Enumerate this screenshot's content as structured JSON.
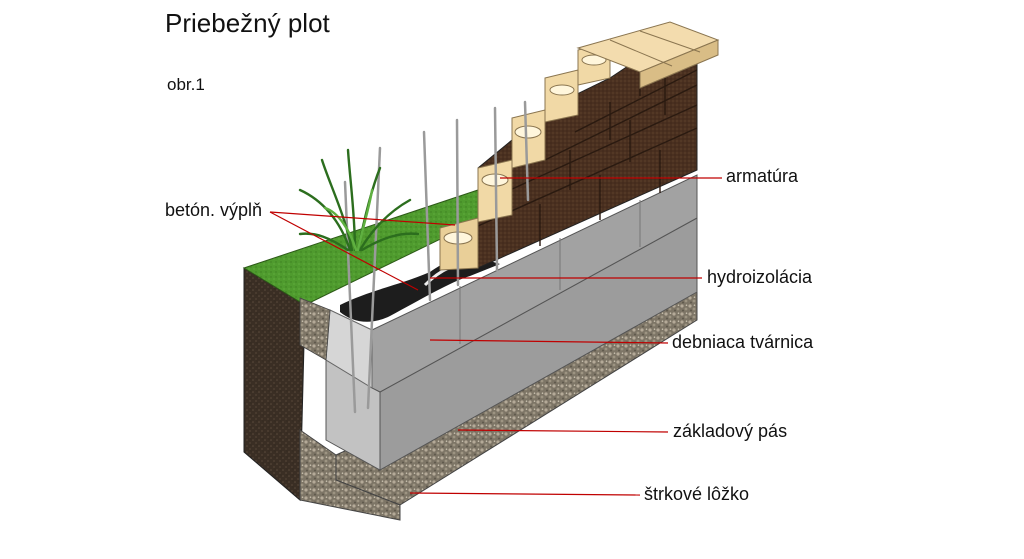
{
  "title": "Priebežný plot",
  "figure_label": "obr.1",
  "labels": {
    "armatura": "armatúra",
    "beton_vypln": "betón. výplň",
    "hydroizolacia": "hydroizolácia",
    "debniaca_tvarnica": "debniaca tvárnica",
    "zakladovy_pas": "základový pás",
    "strkove_lozko": "štrkové lôžko"
  },
  "colors": {
    "leader_line": "#c00000",
    "brick": "#4a3020",
    "cap_block": "#f1d9a6",
    "concrete": "#a9a9a9",
    "grass": "#4f9b2e",
    "soil": "#3a2e24",
    "gravel": "#8c8270",
    "membrane": "#1d1d1d"
  }
}
